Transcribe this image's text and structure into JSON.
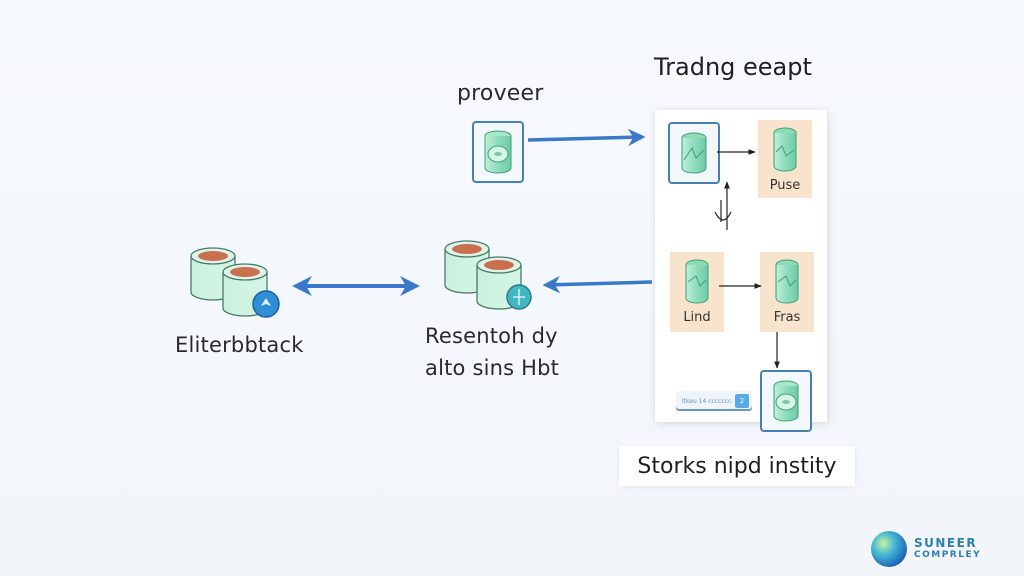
{
  "diagram": {
    "top_label": "proveer",
    "panel_title": "Tradng eeapt",
    "left_node_label": "Eliterbbtack",
    "middle_node_label_line1": "Resentoh dy",
    "middle_node_label_line2": "alto sins Hbt",
    "panel_nodes": {
      "top_right_caption": "Puse",
      "mid_left_caption": "Lind",
      "mid_right_caption": "Fras"
    },
    "mini_input_text": "ltkeu 14 ccccccce",
    "mini_button_label": "2",
    "bottom_caption": "Storks nipd instity"
  },
  "logo": {
    "line1": "SUNEER",
    "line2": "COMPRLEY"
  },
  "colors": {
    "arrow_blue": "#3a78c9",
    "node_green": "#9fe0bf",
    "node_rim": "#c9704f",
    "tan_box": "#f8e4cd",
    "icon_border": "#4a7fb5"
  }
}
